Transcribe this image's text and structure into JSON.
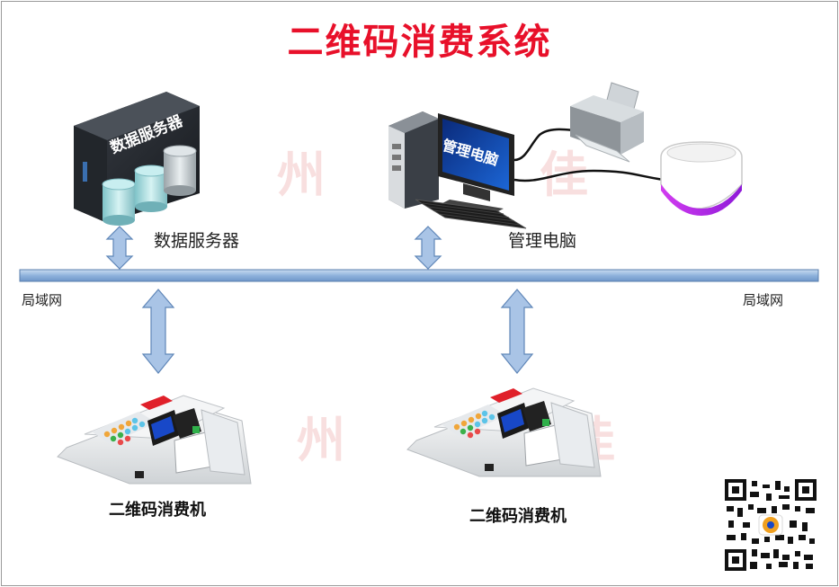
{
  "title": "二维码消费系统",
  "server": {
    "label": "数据服务器",
    "rack_text": "数据服务器"
  },
  "pc": {
    "label": "管理电脑",
    "screen_text": "管理电脑"
  },
  "network": {
    "label_left": "局域网",
    "label_right": "局域网"
  },
  "terminals": [
    {
      "label": "二维码消费机"
    },
    {
      "label": "二维码消费机"
    }
  ],
  "watermark": [
    "州",
    "佳",
    "州",
    "佳"
  ],
  "colors": {
    "title": "#e8102a",
    "bus": "#9bbce0",
    "arrow": "#a9c4e6",
    "arrow_stroke": "#5f86b8"
  }
}
